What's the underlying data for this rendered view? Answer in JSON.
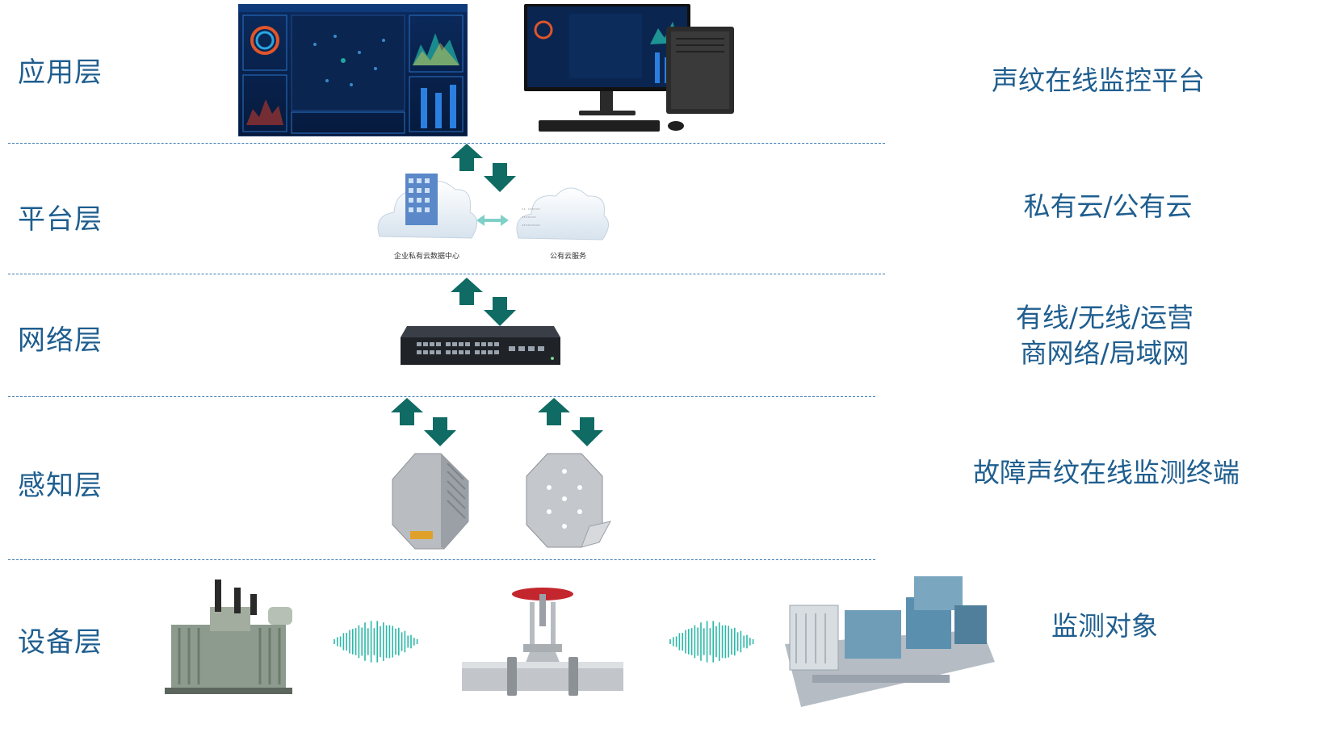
{
  "layers": [
    {
      "name": "应用层",
      "description": "声纹在线监控平台"
    },
    {
      "name": "平台层",
      "description": "私有云/公有云"
    },
    {
      "name": "网络层",
      "description_line1": "有线/无线/运营",
      "description_line2": "商网络/局域网"
    },
    {
      "name": "感知层",
      "description": "故障声纹在线监测终端"
    },
    {
      "name": "设备层",
      "description": "监测对象"
    }
  ],
  "platform": {
    "private_cloud_caption": "企业私有云数据中心",
    "public_cloud_caption": "公有云服务"
  },
  "colors": {
    "label": "#1f5e8f",
    "divider": "#3a7bb5",
    "arrow": "#0f6b63",
    "wave": "#2bb9a8"
  }
}
